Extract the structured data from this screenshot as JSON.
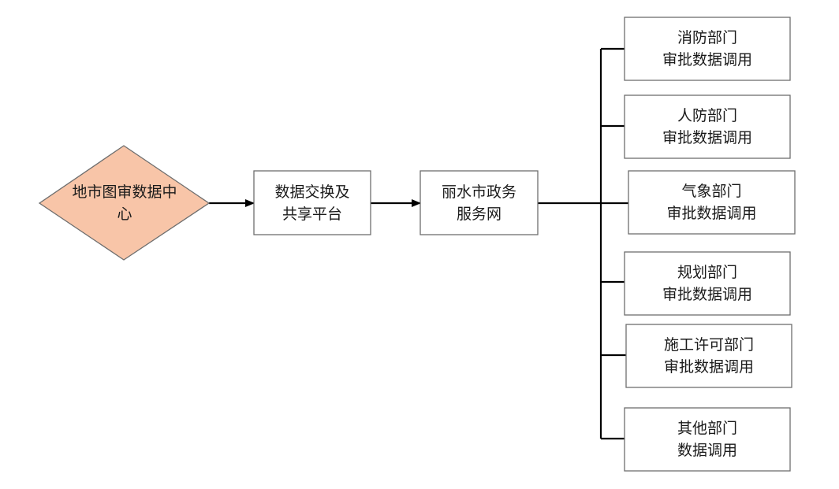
{
  "colors": {
    "diamond_fill": "#F8C5A8",
    "box_fill": "#FFFFFF",
    "stroke": "#6E6E6E",
    "connector": "#000000"
  },
  "source": {
    "line1": "地市图审数据中",
    "line2": "心"
  },
  "exchange": {
    "line1": "数据交换及",
    "line2": "共享平台"
  },
  "govnet": {
    "line1": "丽水市政务",
    "line2": "服务网"
  },
  "departments": [
    {
      "line1": "消防部门",
      "line2": "审批数据调用"
    },
    {
      "line1": "人防部门",
      "line2": "审批数据调用"
    },
    {
      "line1": "气象部门",
      "line2": "审批数据调用"
    },
    {
      "line1": "规划部门",
      "line2": "审批数据调用"
    },
    {
      "line1": "施工许可部门",
      "line2": "审批数据调用"
    },
    {
      "line1": "其他部门",
      "line2": "数据调用"
    }
  ]
}
